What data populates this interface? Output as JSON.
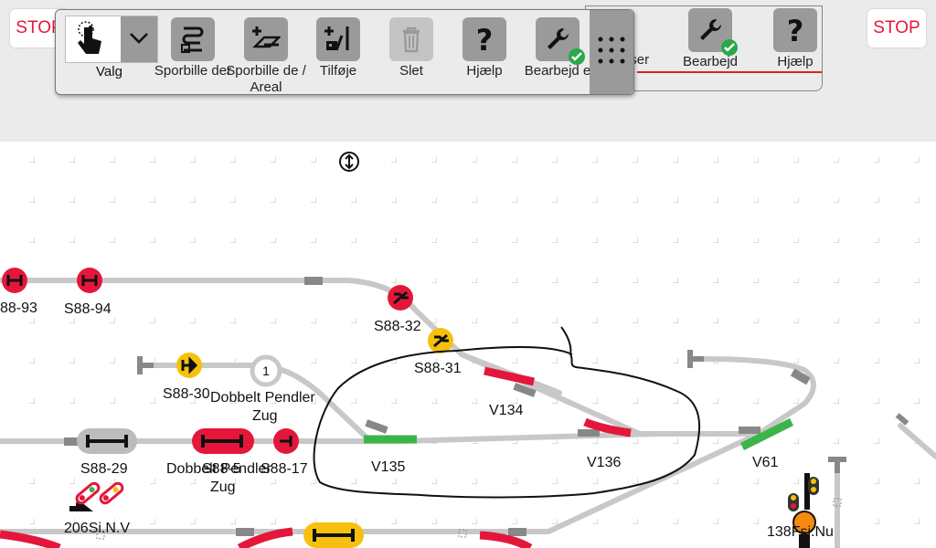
{
  "stop_left": "STOP",
  "stop_right": "STOP",
  "bg_toolbar": {
    "item1_partial": "lser",
    "item2": "Bearbejd",
    "item3": "Hjælp"
  },
  "toolbar": {
    "valg": "Valg",
    "items": [
      {
        "label": "Sporbille der",
        "icon": "track-pieces-icon"
      },
      {
        "label": "Sporbille de / Areal",
        "icon": "track-area-icon"
      },
      {
        "label": "Tilføje",
        "icon": "add-accessory-icon"
      },
      {
        "label": "Slet",
        "icon": "trash-icon"
      },
      {
        "label": "Hjælp",
        "icon": "help-icon"
      },
      {
        "label": "Bearbejd e",
        "icon": "wrench-icon"
      }
    ]
  },
  "layout_labels": {
    "s88_93": "88-93",
    "s88_94": "S88-94",
    "s88_32": "S88-32",
    "s88_31": "S88-31",
    "s88_30": "S88-30",
    "block_number": "1",
    "dobbelt1": "Dobbelt Pendler",
    "dobbelt1b": "Zug",
    "s88_29": "S88-29",
    "s88_17": "S88-17",
    "dobbelt2": "Dobbelt Pendler",
    "dobbelt2b": "Zug",
    "overlap": "S88-5",
    "v134": "V134",
    "v135": "V135",
    "v136": "V136",
    "v61": "V61",
    "sig206": "206Si.N.V",
    "sig138": "138Fsi.Nu"
  },
  "colors": {
    "occupied": "#e4173b",
    "free_yellow": "#f5c10e",
    "switch_green": "#3bb54a",
    "track": "#c8c8c8"
  }
}
